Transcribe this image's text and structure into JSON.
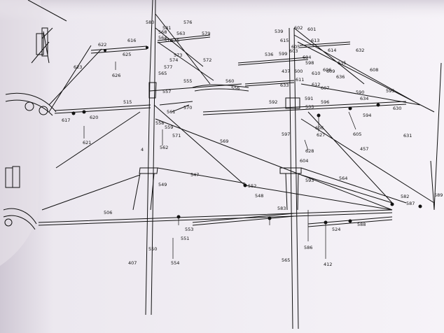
{
  "labels": [
    "580",
    "576",
    "581",
    "568",
    "563",
    "579",
    "564",
    "578",
    "575",
    "622",
    "616",
    "625",
    "573",
    "574",
    "572",
    "577",
    "626",
    "623",
    "565",
    "560",
    "555",
    "556",
    "557",
    "561",
    "570",
    "515",
    "617",
    "620",
    "559",
    "558",
    "571",
    "621",
    "562",
    "569",
    "4",
    "547",
    "549",
    "552",
    "548",
    "506",
    "553",
    "551",
    "550",
    "554",
    "407",
    "539",
    "602",
    "601",
    "615",
    "613",
    "605",
    "614",
    "632",
    "603",
    "536",
    "599",
    "604",
    "598",
    "635",
    "437",
    "600",
    "606",
    "610",
    "608",
    "633",
    "611",
    "612",
    "609",
    "636",
    "607",
    "590",
    "595",
    "634",
    "591",
    "592",
    "533",
    "596",
    "594",
    "630",
    "627",
    "606",
    "605",
    "631",
    "628",
    "597",
    "457",
    "604",
    "593",
    "564",
    "582",
    "587",
    "583",
    "524",
    "588",
    "586",
    "565",
    "412",
    "589",
    "621"
  ]
}
